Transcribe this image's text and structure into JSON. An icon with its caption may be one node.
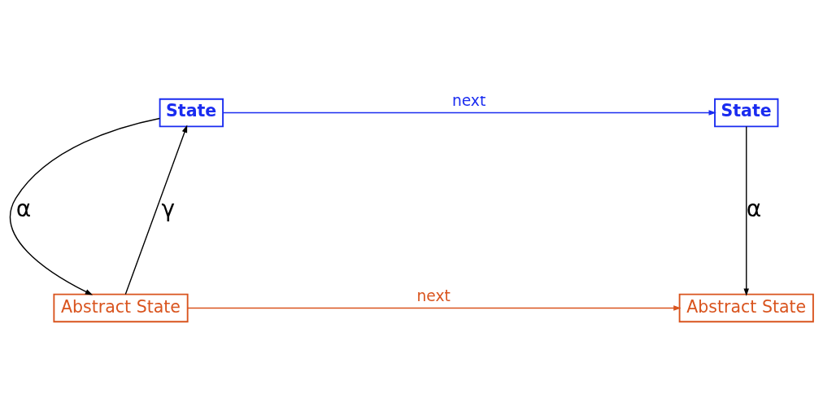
{
  "diagram": {
    "nodes": [
      {
        "text": [
          "State"
        ]
      },
      {
        "text": [
          "State"
        ]
      },
      {
        "text": [
          "Abstract State"
        ]
      },
      {
        "text": [
          "Abstract State"
        ]
      }
    ],
    "edges": [
      {
        "from": 0,
        "to": 1,
        "arrow": "to",
        "label": "next",
        "color": "#1a2cf0"
      },
      {
        "from": 0,
        "to": 2,
        "arrow": "to",
        "label": "α"
      },
      {
        "from": 2,
        "to": 0,
        "arrow": "to",
        "label": "γ"
      },
      {
        "from": 1,
        "to": 3,
        "arrow": "to",
        "label": "α"
      },
      {
        "from": 2,
        "to": 3,
        "arrow": "to",
        "label": "next",
        "color": "#d9541e"
      }
    ]
  }
}
